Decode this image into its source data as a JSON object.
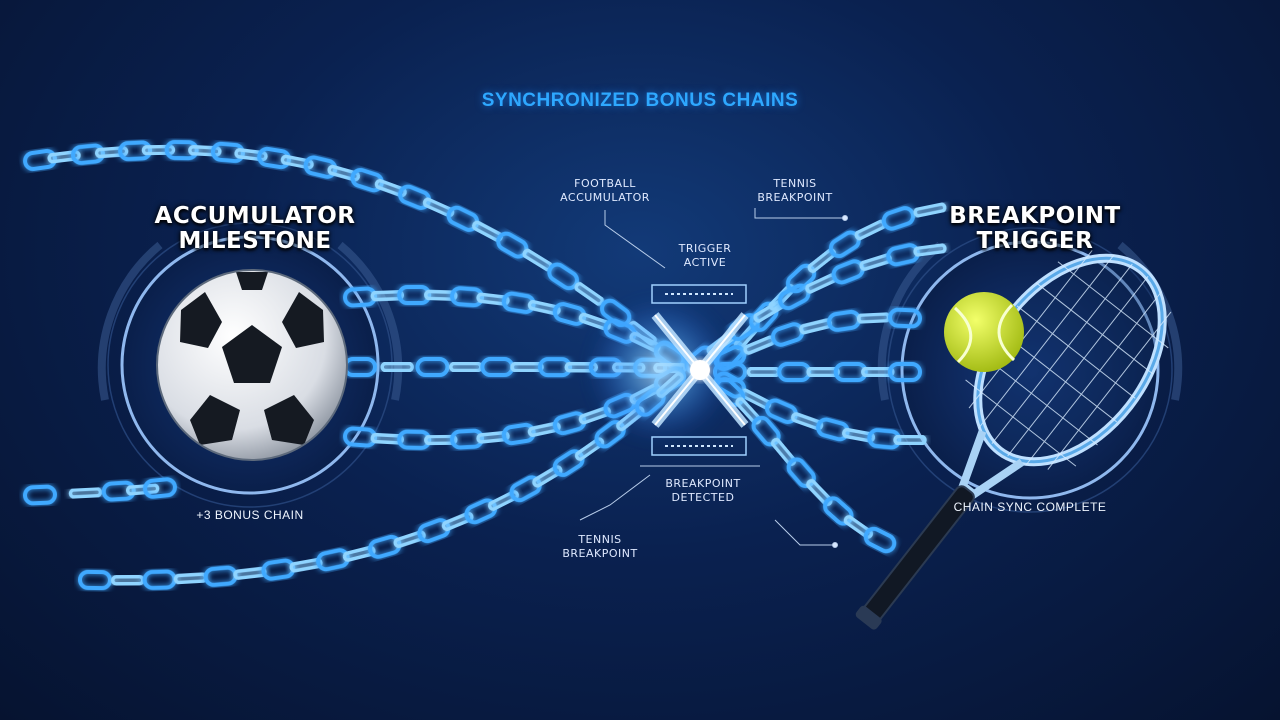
{
  "title": "SYNCHRONIZED BONUS CHAINS",
  "left_panel": {
    "heading_line1": "ACCUMULATOR",
    "heading_line2": "MILESTONE",
    "footer": "+3 BONUS CHAIN",
    "icon": "soccer-ball-icon"
  },
  "right_panel": {
    "heading_line1": "BREAKPOINT",
    "heading_line2": "TRIGGER",
    "footer": "CHAIN SYNC COMPLETE",
    "icon": "tennis-racket-icon"
  },
  "center_labels": {
    "football_line1": "FOOTBALL",
    "football_line2": "ACCUMULATOR",
    "tennis_top_line1": "TENNIS",
    "tennis_top_line2": "BREAKPOINT",
    "trigger_line1": "TRIGGER",
    "trigger_line2": "ACTIVE",
    "breakpoint_line1": "BREAKPOINT",
    "breakpoint_line2": "DETECTED",
    "tennis_bottom_line1": "TENNIS",
    "tennis_bottom_line2": "BREAKPOINT"
  },
  "colors": {
    "background": "#0a2150",
    "chain": "#3fa9ff",
    "glow": "#8fd4ff",
    "title": "#2ea8ff",
    "ball": "#d8ea2a"
  }
}
